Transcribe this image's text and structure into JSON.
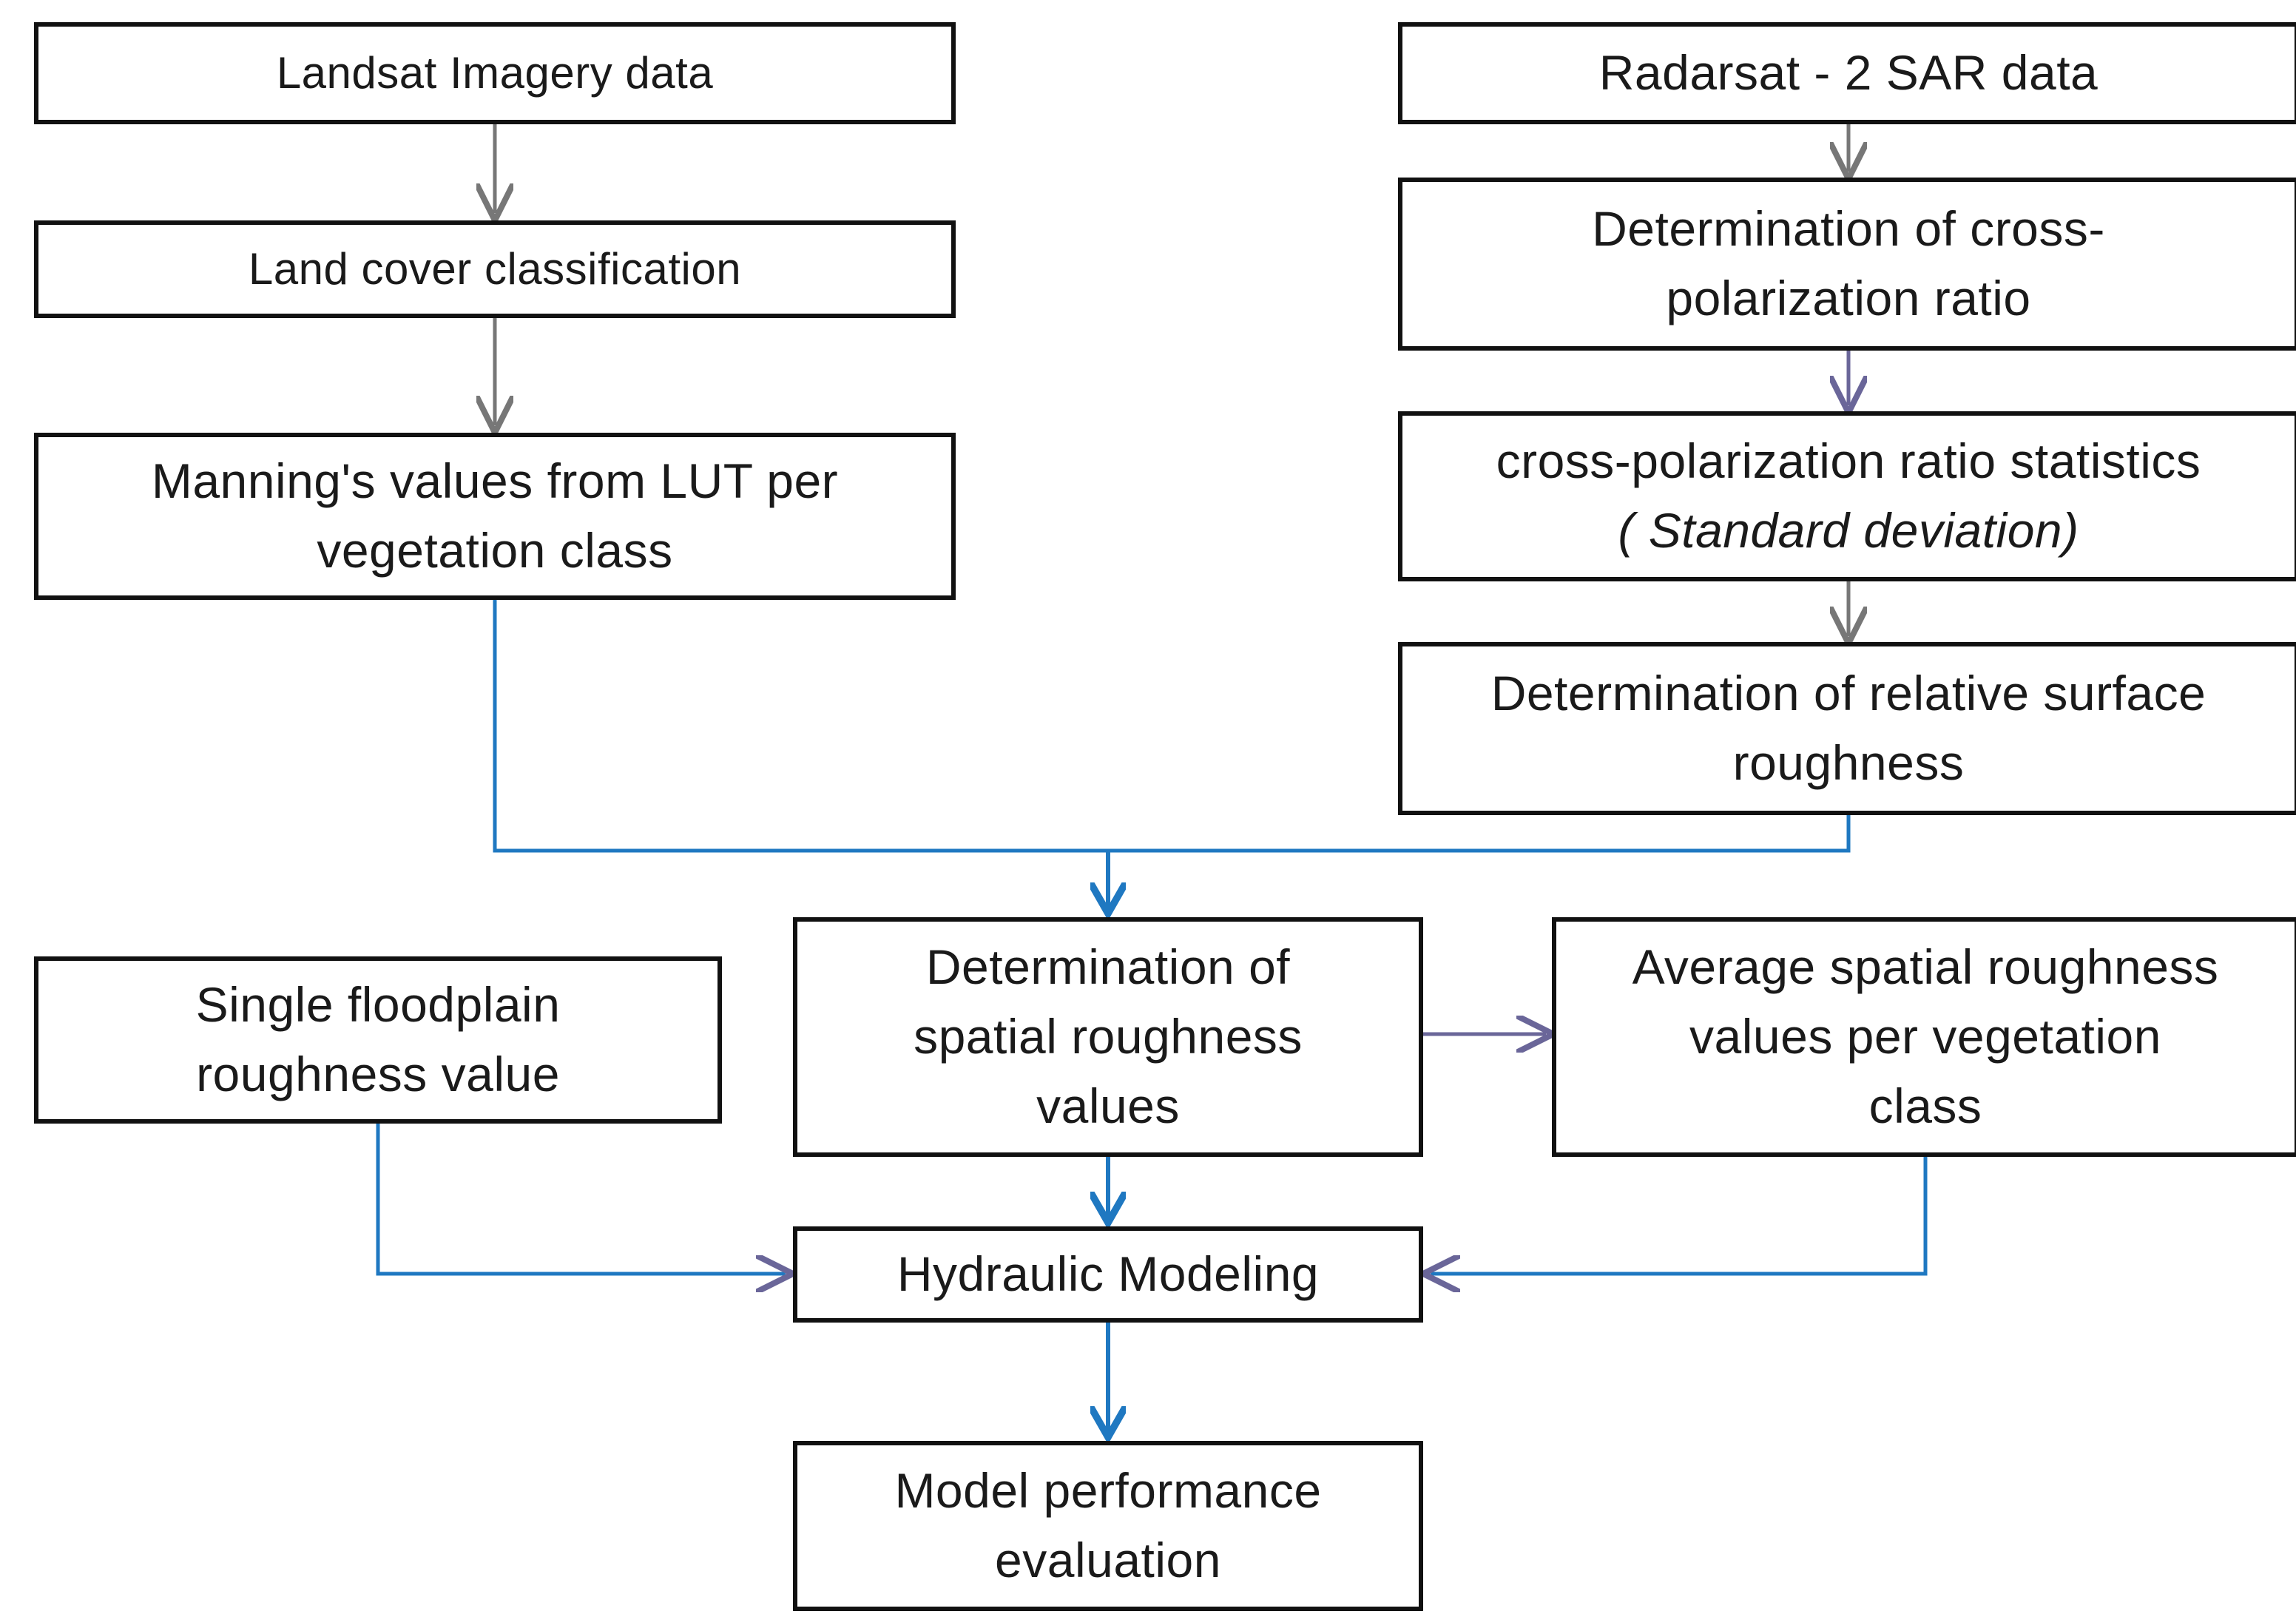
{
  "colors": {
    "box_border": "#111111",
    "text": "#1a1a1a",
    "arrow_gray": "#777777",
    "arrow_purple": "#6a6699",
    "arrow_blue": "#1f78c1"
  },
  "boxes": {
    "landsat": "Landsat Imagery data",
    "land_cover": "Land cover classification",
    "manning": [
      "Manning's values from LUT per",
      "vegetation class"
    ],
    "radarsat": "Radarsat - 2 SAR data",
    "cross_pol": [
      "Determination of cross-",
      "polarization ratio"
    ],
    "cross_pol_stats": [
      "cross-polarization ratio statistics",
      "( Standard deviation)"
    ],
    "relative_roughness": [
      "Determination of relative surface",
      "roughness"
    ],
    "single_floodplain": [
      "Single floodplain",
      "roughness value"
    ],
    "spatial_roughness": [
      "Determination of",
      "spatial roughness",
      "values"
    ],
    "average_spatial": [
      "Average spatial roughness",
      "values per vegetation",
      "class"
    ],
    "hydraulic": "Hydraulic Modeling",
    "model_performance": [
      "Model performance",
      "evaluation"
    ]
  }
}
